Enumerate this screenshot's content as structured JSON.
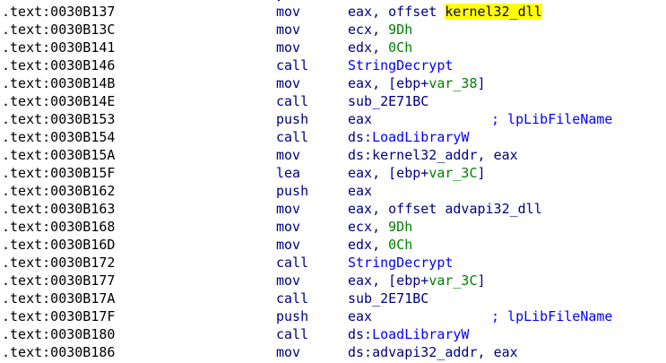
{
  "listing": {
    "rows": [
      {
        "addr": ".text:0030B137",
        "mnem": "mov",
        "ops": [
          {
            "t": "eax",
            "c": "reg"
          },
          {
            "t": ", ",
            "c": "punct"
          },
          {
            "t": "offset ",
            "c": "kw"
          },
          {
            "t": "kernel32_dll",
            "c": "hl"
          }
        ],
        "comment": ""
      },
      {
        "addr": ".text:0030B13C",
        "mnem": "mov",
        "ops": [
          {
            "t": "ecx",
            "c": "reg"
          },
          {
            "t": ", ",
            "c": "punct"
          },
          {
            "t": "9Dh",
            "c": "num"
          }
        ],
        "comment": ""
      },
      {
        "addr": ".text:0030B141",
        "mnem": "mov",
        "ops": [
          {
            "t": "edx",
            "c": "reg"
          },
          {
            "t": ", ",
            "c": "punct"
          },
          {
            "t": "0Ch",
            "c": "num"
          }
        ],
        "comment": ""
      },
      {
        "addr": ".text:0030B146",
        "mnem": "call",
        "ops": [
          {
            "t": "StringDecrypt",
            "c": "fn"
          }
        ],
        "comment": ""
      },
      {
        "addr": ".text:0030B14B",
        "mnem": "mov",
        "ops": [
          {
            "t": "eax",
            "c": "reg"
          },
          {
            "t": ", [ebp+",
            "c": "punct"
          },
          {
            "t": "var_38",
            "c": "var"
          },
          {
            "t": "]",
            "c": "punct"
          }
        ],
        "comment": ""
      },
      {
        "addr": ".text:0030B14E",
        "mnem": "call",
        "ops": [
          {
            "t": "sub_2E71BC",
            "c": "ident"
          }
        ],
        "comment": ""
      },
      {
        "addr": ".text:0030B153",
        "mnem": "push",
        "ops": [
          {
            "t": "eax",
            "c": "reg"
          }
        ],
        "comment": "; lpLibFileName"
      },
      {
        "addr": ".text:0030B154",
        "mnem": "call",
        "ops": [
          {
            "t": "ds:",
            "c": "punct"
          },
          {
            "t": "LoadLibraryW",
            "c": "fn"
          }
        ],
        "comment": ""
      },
      {
        "addr": ".text:0030B15A",
        "mnem": "mov",
        "ops": [
          {
            "t": "ds:kernel32_addr",
            "c": "ident"
          },
          {
            "t": ", ",
            "c": "punct"
          },
          {
            "t": "eax",
            "c": "reg"
          }
        ],
        "comment": ""
      },
      {
        "addr": ".text:0030B15F",
        "mnem": "lea",
        "ops": [
          {
            "t": "eax",
            "c": "reg"
          },
          {
            "t": ", [ebp+",
            "c": "punct"
          },
          {
            "t": "var_3C",
            "c": "var"
          },
          {
            "t": "]",
            "c": "punct"
          }
        ],
        "comment": ""
      },
      {
        "addr": ".text:0030B162",
        "mnem": "push",
        "ops": [
          {
            "t": "eax",
            "c": "reg"
          }
        ],
        "comment": ""
      },
      {
        "addr": ".text:0030B163",
        "mnem": "mov",
        "ops": [
          {
            "t": "eax",
            "c": "reg"
          },
          {
            "t": ", ",
            "c": "punct"
          },
          {
            "t": "offset ",
            "c": "kw"
          },
          {
            "t": "advapi32_dll",
            "c": "ident"
          }
        ],
        "comment": ""
      },
      {
        "addr": ".text:0030B168",
        "mnem": "mov",
        "ops": [
          {
            "t": "ecx",
            "c": "reg"
          },
          {
            "t": ", ",
            "c": "punct"
          },
          {
            "t": "9Dh",
            "c": "num"
          }
        ],
        "comment": ""
      },
      {
        "addr": ".text:0030B16D",
        "mnem": "mov",
        "ops": [
          {
            "t": "edx",
            "c": "reg"
          },
          {
            "t": ", ",
            "c": "punct"
          },
          {
            "t": "0Ch",
            "c": "num"
          }
        ],
        "comment": ""
      },
      {
        "addr": ".text:0030B172",
        "mnem": "call",
        "ops": [
          {
            "t": "StringDecrypt",
            "c": "fn"
          }
        ],
        "comment": ""
      },
      {
        "addr": ".text:0030B177",
        "mnem": "mov",
        "ops": [
          {
            "t": "eax",
            "c": "reg"
          },
          {
            "t": ", [ebp+",
            "c": "punct"
          },
          {
            "t": "var_3C",
            "c": "var"
          },
          {
            "t": "]",
            "c": "punct"
          }
        ],
        "comment": ""
      },
      {
        "addr": ".text:0030B17A",
        "mnem": "call",
        "ops": [
          {
            "t": "sub_2E71BC",
            "c": "ident"
          }
        ],
        "comment": ""
      },
      {
        "addr": ".text:0030B17F",
        "mnem": "push",
        "ops": [
          {
            "t": "eax",
            "c": "reg"
          }
        ],
        "comment": "; lpLibFileName"
      },
      {
        "addr": ".text:0030B180",
        "mnem": "call",
        "ops": [
          {
            "t": "ds:",
            "c": "punct"
          },
          {
            "t": "LoadLibraryW",
            "c": "fn"
          }
        ],
        "comment": ""
      },
      {
        "addr": ".text:0030B186",
        "mnem": "mov",
        "ops": [
          {
            "t": "ds:advapi32_addr",
            "c": "ident"
          },
          {
            "t": ", ",
            "c": "punct"
          },
          {
            "t": "eax",
            "c": "reg"
          }
        ],
        "comment": ""
      }
    ]
  },
  "colors": {
    "background": "#ffffff",
    "address": "#000000",
    "code": "#000080",
    "number": "#008000",
    "function": "#0000ff",
    "comment": "#0000ff",
    "highlight": "#ffff00"
  }
}
